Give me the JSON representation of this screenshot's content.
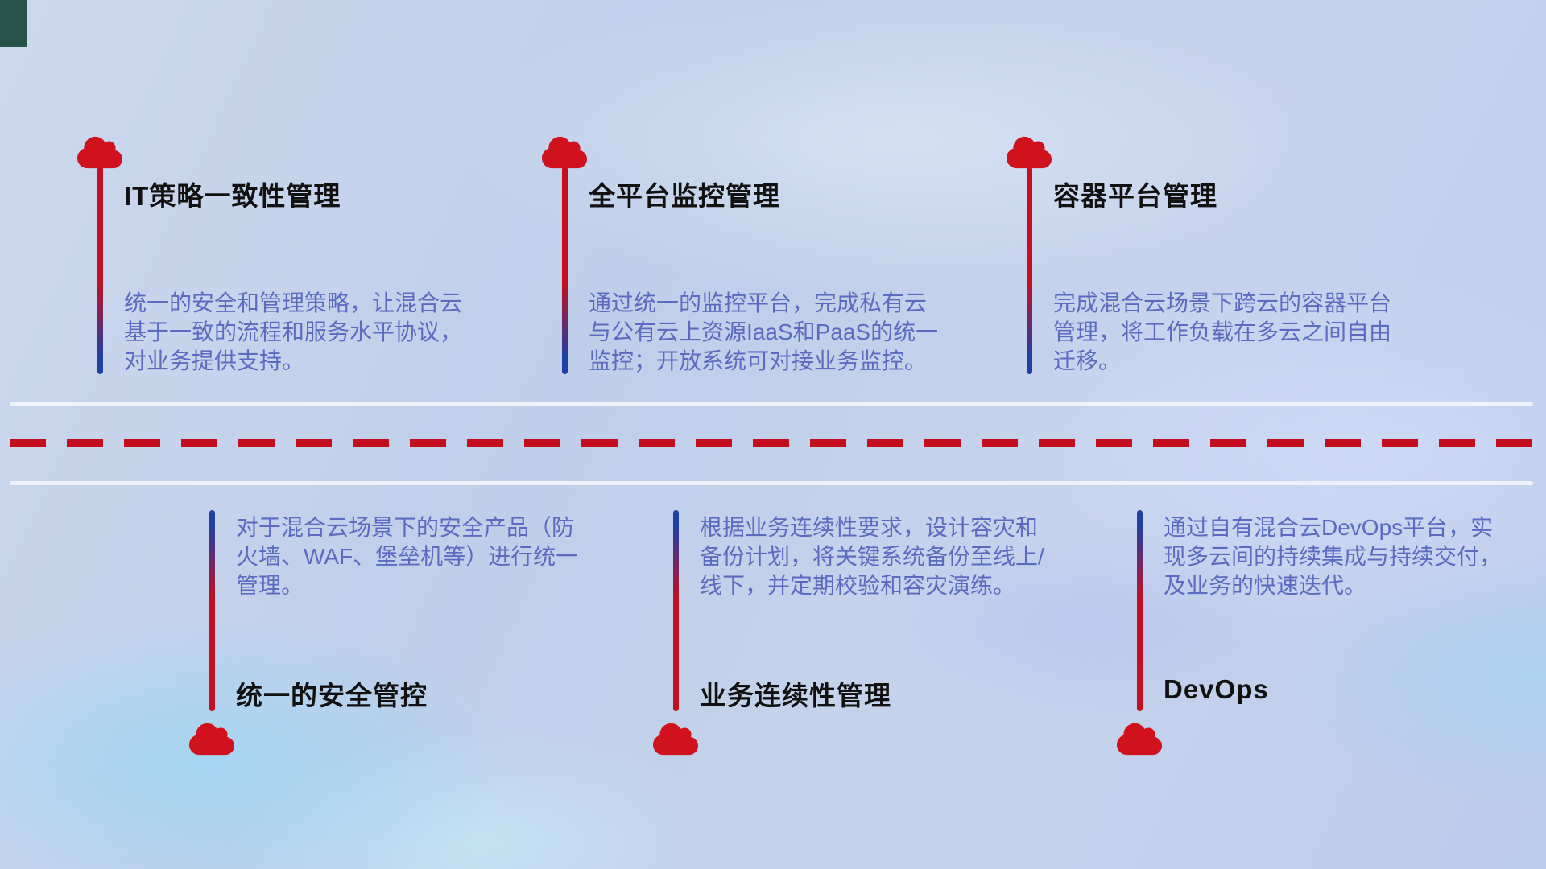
{
  "top_items": [
    {
      "title": "IT策略一致性管理",
      "description": "统一的安全和管理策略，让混合云基于一致的流程和服务水平协议，对业务提供支持。"
    },
    {
      "title": "全平台监控管理",
      "description": "通过统一的监控平台，完成私有云与公有云上资源IaaS和PaaS的统一监控；开放系统可对接业务监控。"
    },
    {
      "title": "容器平台管理",
      "description": "完成混合云场景下跨云的容器平台管理，将工作负载在多云之间自由迁移。"
    }
  ],
  "bottom_items": [
    {
      "title": "统一的安全管控",
      "description": "对于混合云场景下的安全产品（防火墙、WAF、堡垒机等）进行统一管理。"
    },
    {
      "title": "业务连续性管理",
      "description": "根据业务连续性要求，设计容灾和备份计划，将关键系统备份至线上/线下，并定期校验和容灾演练。"
    },
    {
      "title": "DevOps",
      "description": "通过自有混合云DevOps平台，实现多云间的持续集成与持续交付，及业务的快速迭代。"
    }
  ],
  "icons": {
    "cloud": "cloud-icon"
  },
  "colors": {
    "cloud_red": "#d0121f",
    "line_red": "#c50f1f",
    "line_blue": "#1e3fa4",
    "dash_red": "#c40e1e",
    "divider_line": "#edf2fb",
    "title_text": "#111111",
    "description_text": "#5b6cc0",
    "background_base": "#c3d1ea"
  }
}
